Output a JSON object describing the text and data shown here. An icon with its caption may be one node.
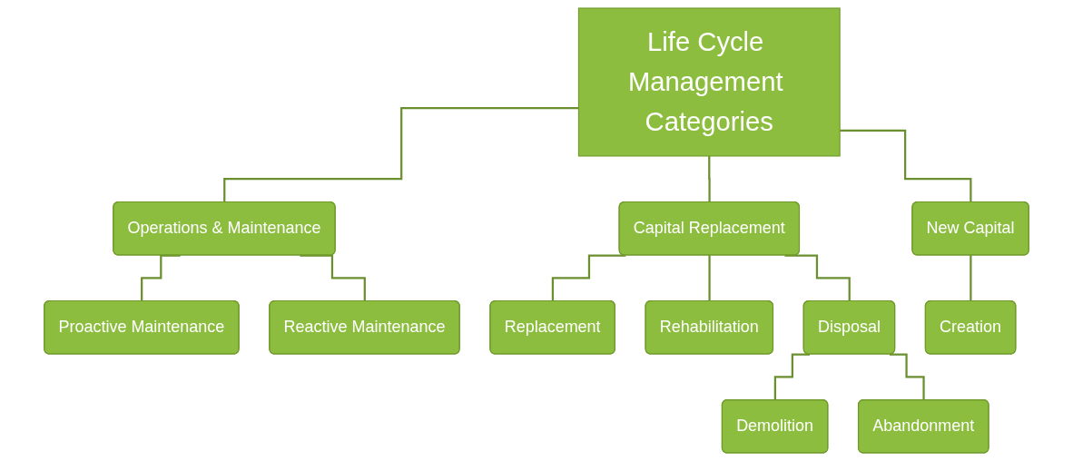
{
  "diagram": {
    "nodes": [
      {
        "text": [
          "Life Cycle Management Categories"
        ]
      },
      {
        "text": [
          "Operations & Maintenance"
        ]
      },
      {
        "text": [
          "Capital Replacement"
        ]
      },
      {
        "text": [
          "New Capital"
        ]
      },
      {
        "text": [
          "Proactive Maintenance"
        ]
      },
      {
        "text": [
          "Reactive Maintenance"
        ]
      },
      {
        "text": [
          "Replacement"
        ]
      },
      {
        "text": [
          "Rehabilitation"
        ]
      },
      {
        "text": [
          "Disposal"
        ]
      },
      {
        "text": [
          "Creation"
        ]
      },
      {
        "text": [
          "Demolition"
        ]
      },
      {
        "text": [
          "Abandonment"
        ]
      }
    ],
    "edges": [
      {
        "from": 0,
        "to": 1,
        "arrow": "none"
      },
      {
        "from": 0,
        "to": 2,
        "arrow": "none"
      },
      {
        "from": 0,
        "to": 3,
        "arrow": "none"
      },
      {
        "from": 1,
        "to": 4,
        "arrow": "none"
      },
      {
        "from": 1,
        "to": 5,
        "arrow": "none"
      },
      {
        "from": 2,
        "to": 6,
        "arrow": "none"
      },
      {
        "from": 2,
        "to": 7,
        "arrow": "none"
      },
      {
        "from": 2,
        "to": 8,
        "arrow": "none"
      },
      {
        "from": 3,
        "to": 9,
        "arrow": "none"
      },
      {
        "from": 8,
        "to": 10,
        "arrow": "none"
      },
      {
        "from": 8,
        "to": 11,
        "arrow": "none"
      }
    ]
  }
}
